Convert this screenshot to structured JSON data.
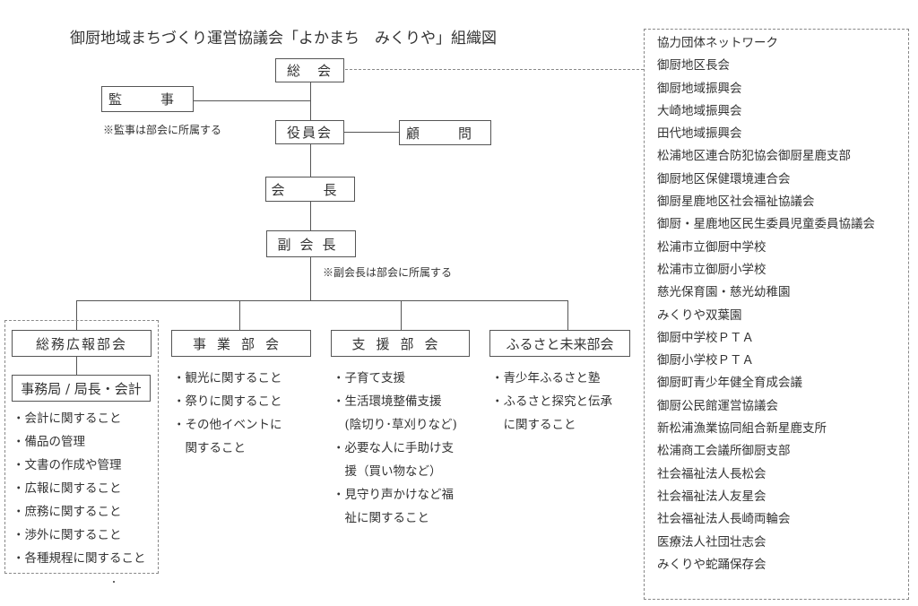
{
  "title": "御厨地域まちづくり運営協議会「よかまち　みくりや」組織図",
  "nodes": {
    "general_assembly": "総　会",
    "auditor": "監　事",
    "auditor_note": "※監事は部会に所属する",
    "board": "役員会",
    "advisor": "顧　問",
    "chair": "会　長",
    "vice_chair": "副会長",
    "vice_chair_note": "※副会長は部会に所属する"
  },
  "divisions": [
    {
      "name": "総務広報部会",
      "sub": "事務局 / 局長・会計",
      "items": [
        "・会計に関すること",
        "・備品の管理",
        "・文書の作成や管理",
        "・広報に関すること",
        "・庶務に関すること",
        "・渉外に関すること",
        "・各種規程に関すること"
      ]
    },
    {
      "name": "事業部会",
      "items": [
        "・観光に関すること",
        "・祭りに関すること",
        "・その他イベントに",
        "　関すること"
      ]
    },
    {
      "name": "支援部会",
      "items": [
        "・子育て支援",
        "・生活環境整備支援",
        "　(陰切り･草刈りなど)",
        "・必要な人に手助け支",
        "　援（買い物など）",
        "・見守り声かけなど福",
        "　祉に関すること"
      ]
    },
    {
      "name": "ふるさと未来部会",
      "items": [
        "・青少年ふるさと塾",
        "・ふるさと探究と伝承",
        "　に関すること"
      ]
    }
  ],
  "network": {
    "title": "協力団体ネットワーク",
    "items": [
      "御厨地区長会",
      "御厨地域振興会",
      "大崎地域振興会",
      "田代地域振興会",
      "松浦地区連合防犯協会御厨星鹿支部",
      "御厨地区保健環境連合会",
      "御厨星鹿地区社会福祉協議会",
      "御厨・星鹿地区民生委員児童委員協議会",
      "松浦市立御厨中学校",
      "松浦市立御厨小学校",
      "慈光保育園・慈光幼稚園",
      "みくりや双葉園",
      "御厨中学校ＰＴＡ",
      "御厨小学校ＰＴＡ",
      "御厨町青少年健全育成会議",
      "御厨公民館運営協議会",
      "新松浦漁業協同組合新星鹿支所",
      "松浦商工会議所御厨支部",
      "社会福祉法人長松会",
      "社会福祉法人友星会",
      "社会福祉法人長崎両輪会",
      "医療法人社団壮志会",
      "みくりや蛇踊保存会"
    ]
  }
}
